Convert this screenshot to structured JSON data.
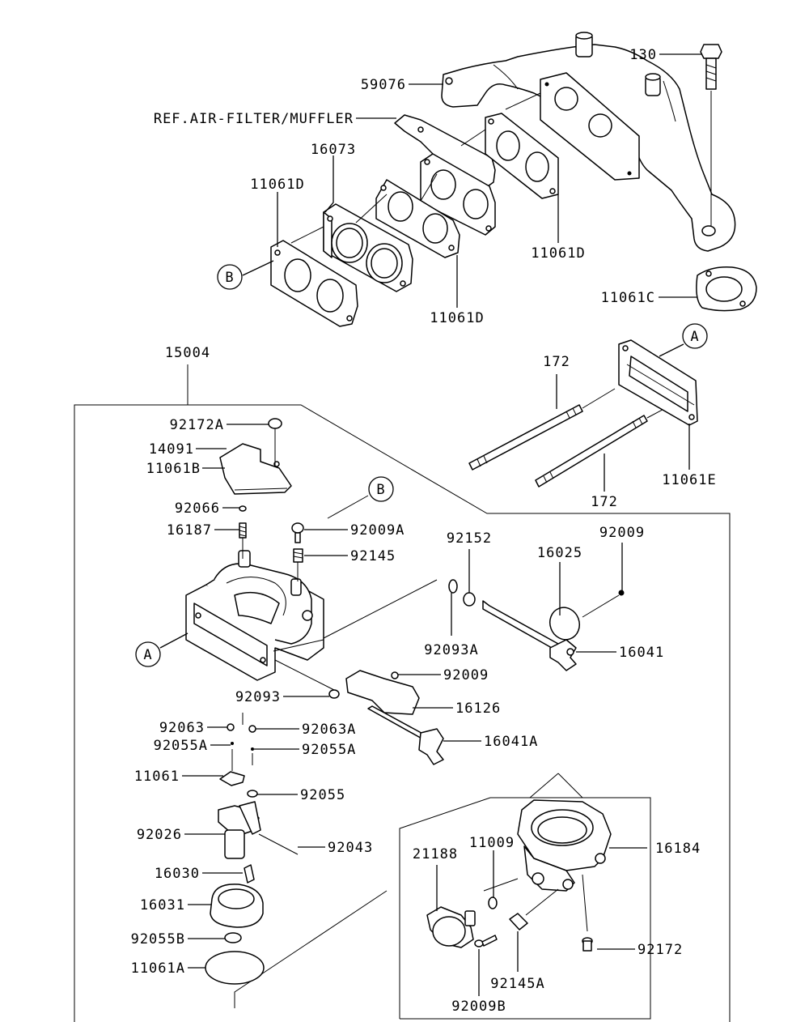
{
  "labels": {
    "p130": "130",
    "p59076": "59076",
    "ref": "REF.AIR-FILTER/MUFFLER",
    "p16073": "16073",
    "p11061D_1": "11061D",
    "p11061D_2": "11061D",
    "p11061D_3": "11061D",
    "p11061C": "11061C",
    "p15004": "15004",
    "p172_1": "172",
    "p172_2": "172",
    "p11061E": "11061E",
    "p92172A": "92172A",
    "p14091": "14091",
    "p11061B": "11061B",
    "p92066": "92066",
    "p16187": "16187",
    "p92009A": "92009A",
    "p92145": "92145",
    "p92152": "92152",
    "p92009_1": "92009",
    "p16025": "16025",
    "p92093A": "92093A",
    "p16041": "16041",
    "p92009_2": "92009",
    "p92093": "92093",
    "p16126": "16126",
    "p92063": "92063",
    "p92063A": "92063A",
    "p92055A_1": "92055A",
    "p92055A_2": "92055A",
    "p16041A": "16041A",
    "p11061": "11061",
    "p92055": "92055",
    "p92026": "92026",
    "p92043": "92043",
    "p16030": "16030",
    "p16031": "16031",
    "p92055B": "92055B",
    "p11061A": "11061A",
    "p21188": "21188",
    "p11009": "11009",
    "p16184": "16184",
    "p92172": "92172",
    "p92145A": "92145A",
    "p92009B": "92009B"
  },
  "markers": {
    "A": "A",
    "B": "B"
  }
}
